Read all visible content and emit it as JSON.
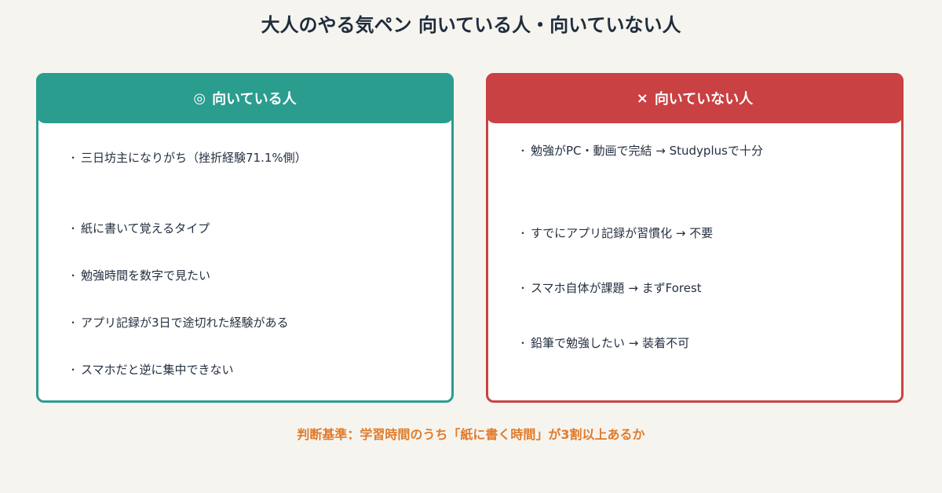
{
  "title": "大人のやる気ペン 向いている人・向いていない人",
  "colors": {
    "background": "#f6f4ef",
    "suited_accent": "#2a9d8f",
    "not_suited_accent": "#c94142",
    "footer_accent": "#e07b2a",
    "title_text": "#1f2d3d"
  },
  "suited": {
    "mark": "◎",
    "heading": "向いている人",
    "items": [
      "三日坊主になりがち（挫折経験71.1%側）",
      "紙に書いて覚えるタイプ",
      "勉強時間を数字で見たい",
      "アプリ記録が3日で途切れた経験がある",
      "スマホだと逆に集中できない"
    ]
  },
  "not_suited": {
    "mark": "×",
    "heading": "向いていない人",
    "items": [
      "勉強がPC・動画で完結 → Studyplusで十分",
      "すでにアプリ記録が習慣化 → 不要",
      "スマホ自体が課題 → まずForest",
      "鉛筆で勉強したい → 装着不可"
    ]
  },
  "bullet": "・",
  "footer": "判断基準：学習時間のうち「紙に書く時間」が3割以上あるか"
}
